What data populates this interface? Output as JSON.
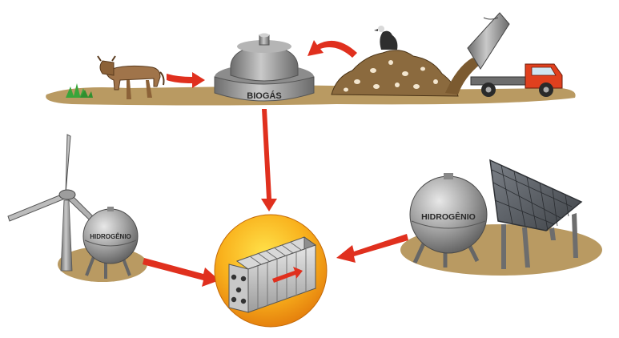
{
  "labels": {
    "biogas": "BIOGÁS",
    "hydrogen_left": "HIDROGÊNIO",
    "hydrogen_right": "HIDROGÊNIO"
  },
  "colors": {
    "ground": "#b99a62",
    "arrow": "#e0301e",
    "tank_metal": "#9a9a9a",
    "fuel_cell_disc": "#f7a21a",
    "compost": "#8b6a3e",
    "truck_cab": "#e0401e",
    "cow": "#a0744a",
    "grass": "#3aa53a",
    "solar_panel": "#555a60"
  },
  "icons": [
    "cow-icon",
    "grass-icon",
    "biodigester-icon",
    "compost-pile-icon",
    "vulture-icon",
    "dump-truck-icon",
    "wind-turbine-icon",
    "hydrogen-tank-icon",
    "solar-panel-icon",
    "fuel-cell-icon"
  ]
}
